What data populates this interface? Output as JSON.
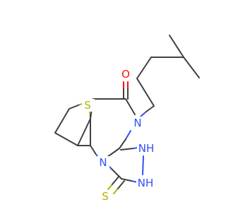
{
  "atoms": {
    "sulfur_ring": {
      "text": "S",
      "color": "#b2b200"
    },
    "oxygen": {
      "text": "O",
      "color": "#ff0d0d"
    },
    "n_amide": {
      "text": "N",
      "color": "#3050f8"
    },
    "n_bridge": {
      "text": "N",
      "color": "#3050f8"
    },
    "nh_upper": {
      "text": "NH",
      "color": "#3050f8"
    },
    "nh_lower": {
      "text": "NH",
      "color": "#3050f8"
    },
    "sulfur_thione": {
      "text": "S",
      "color": "#b2b200"
    }
  },
  "colors": {
    "carbon_bond": "#404040",
    "sulfur": "#b2b200",
    "nitrogen": "#3050f8",
    "oxygen": "#ff0d0d",
    "background": "#ffffff"
  }
}
